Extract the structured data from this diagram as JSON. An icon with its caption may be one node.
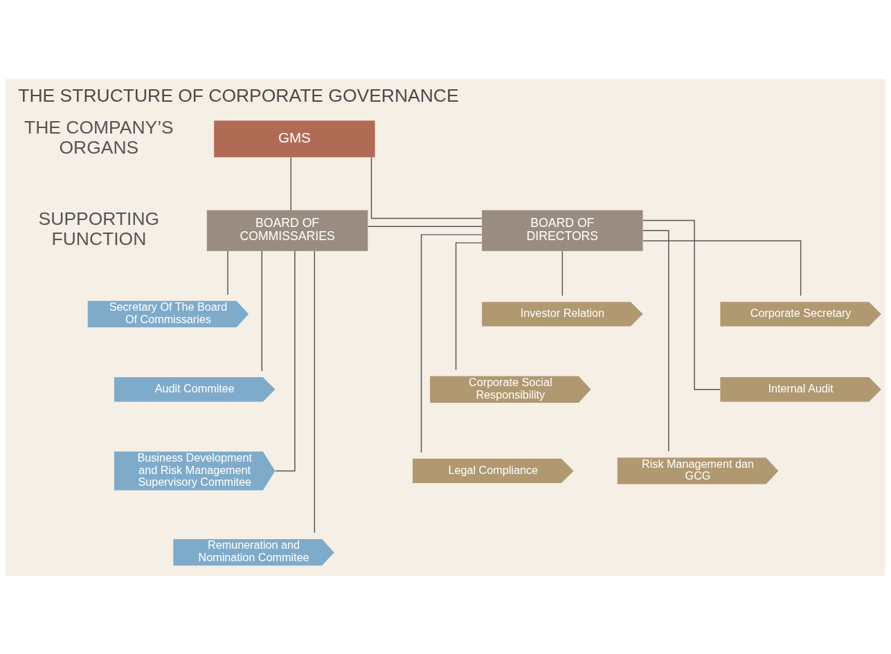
{
  "diagram": {
    "title": "THE STRUCTURE OF CORPORATE GOVERNANCE",
    "nodes": [
      {
        "text": [
          "GMS"
        ]
      },
      {
        "text": [
          "BOARD OF DIRECTORS"
        ]
      },
      {
        "text": [
          "BOARD OF COMMISSARIES"
        ]
      },
      {
        "text": [
          "Corporate Secretary"
        ]
      },
      {
        "text": [
          "Internal Audit"
        ]
      },
      {
        "text": [
          "Risk Management dan GCG"
        ]
      },
      {
        "text": [
          "Investor Relation"
        ]
      },
      {
        "text": [
          "Corporate Social Responsibility"
        ]
      },
      {
        "text": [
          "Legal Compliance"
        ]
      },
      {
        "text": [
          "Secretary Of The Board Of Commissaries"
        ]
      },
      {
        "text": [
          "Audit Commitee"
        ]
      },
      {
        "text": [
          "Business Development and Risk Management Supervisory Commitee"
        ]
      },
      {
        "text": [
          "Remuneration and Nomination Commitee"
        ]
      }
    ],
    "edges": [
      {
        "from": 0,
        "to": 1,
        "arrow": "none"
      },
      {
        "from": 0,
        "to": 2,
        "arrow": "none"
      },
      {
        "from": 1,
        "to": 2,
        "arrow": "none"
      },
      {
        "from": 1,
        "to": 3,
        "arrow": "none"
      },
      {
        "from": 1,
        "to": 4,
        "arrow": "none"
      },
      {
        "from": 1,
        "to": 5,
        "arrow": "none"
      },
      {
        "from": 1,
        "to": 6,
        "arrow": "none"
      },
      {
        "from": 1,
        "to": 7,
        "arrow": "none"
      },
      {
        "from": 1,
        "to": 8,
        "arrow": "none"
      },
      {
        "from": 2,
        "to": 9,
        "arrow": "none"
      },
      {
        "from": 2,
        "to": 10,
        "arrow": "none"
      },
      {
        "from": 2,
        "to": 11,
        "arrow": "none"
      },
      {
        "from": 2,
        "to": 12,
        "arrow": "none"
      }
    ],
    "labels": [
      "THE COMPANY’S ORGANS",
      "SUPPORTING FUNCTION"
    ]
  }
}
